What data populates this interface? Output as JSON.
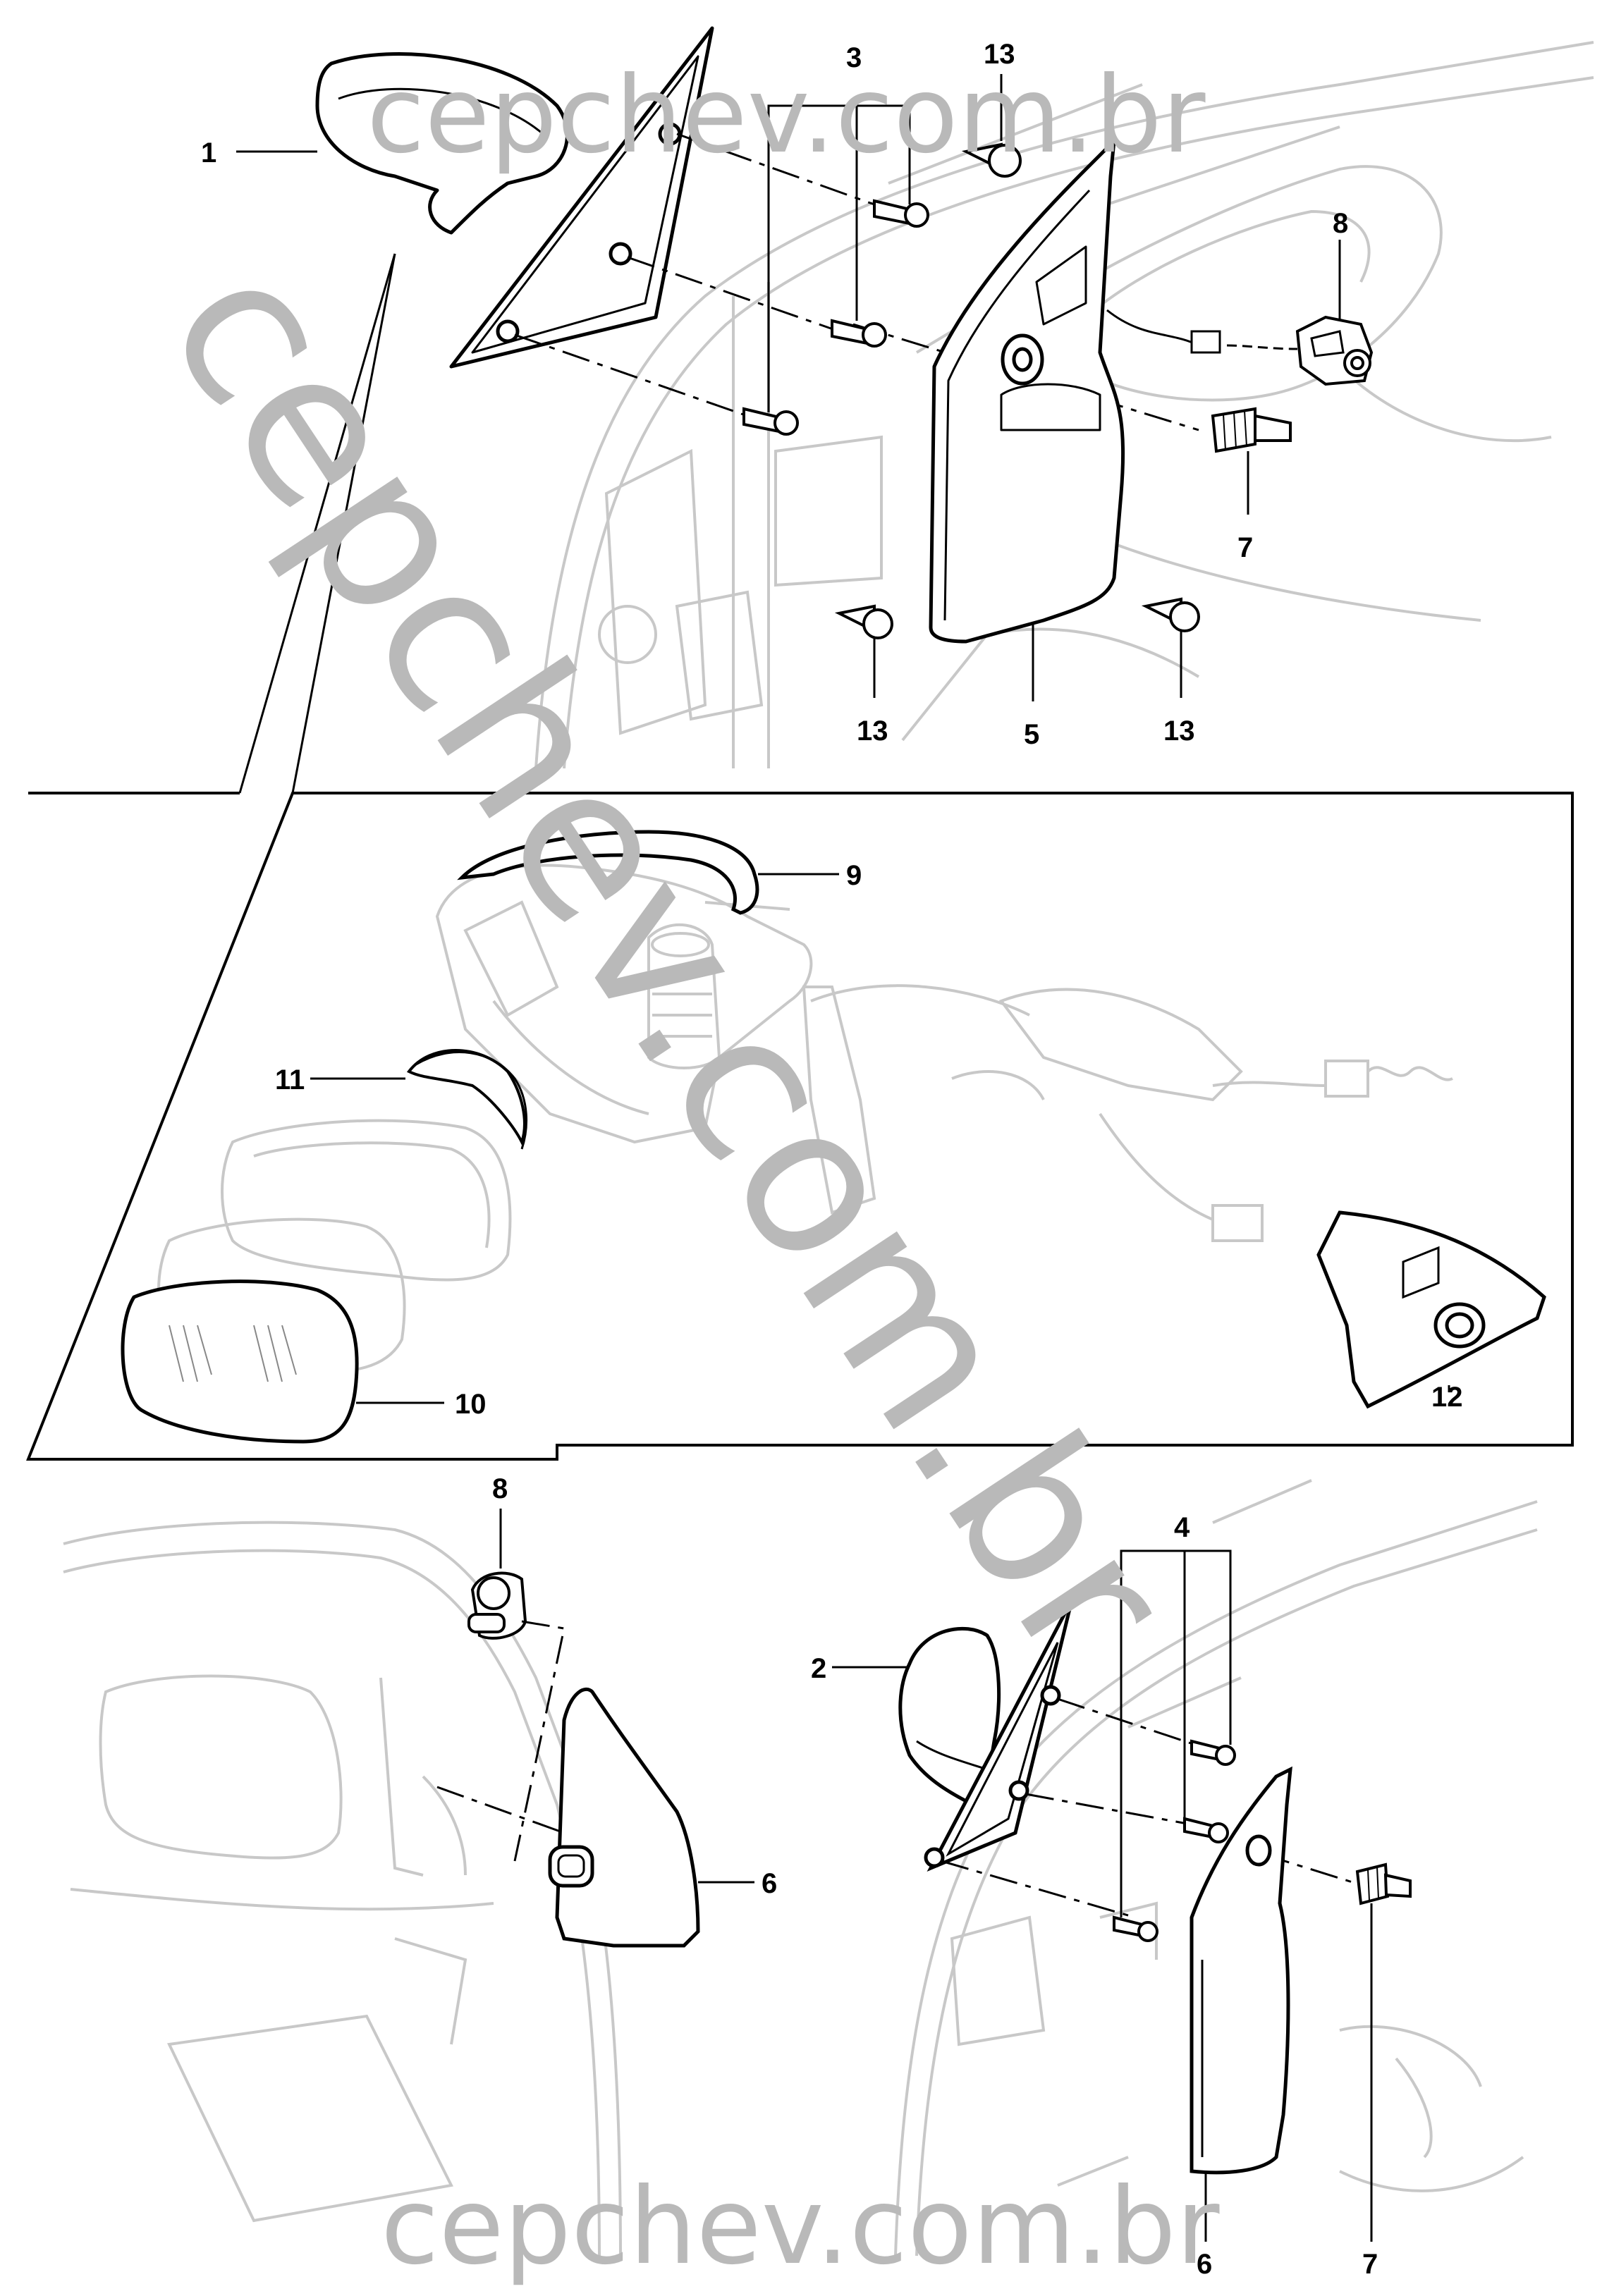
{
  "watermark": {
    "top": "cepchev.com.br",
    "diagonal": "cepchev.com.br",
    "bottom": "cepchev.com.br",
    "color": "#b9b9b9"
  },
  "callouts": {
    "c1": "1",
    "c2": "2",
    "c3": "3",
    "c4": "4",
    "c5": "5",
    "c6a": "6",
    "c6b": "6",
    "c7a": "7",
    "c7b": "7",
    "c8a": "8",
    "c8b": "8",
    "c9": "9",
    "c10": "10",
    "c11": "11",
    "c12": "12",
    "c13a": "13",
    "c13b": "13",
    "c13c": "13"
  },
  "colors": {
    "line": "#000000",
    "ghost": "#c8c8c8"
  }
}
